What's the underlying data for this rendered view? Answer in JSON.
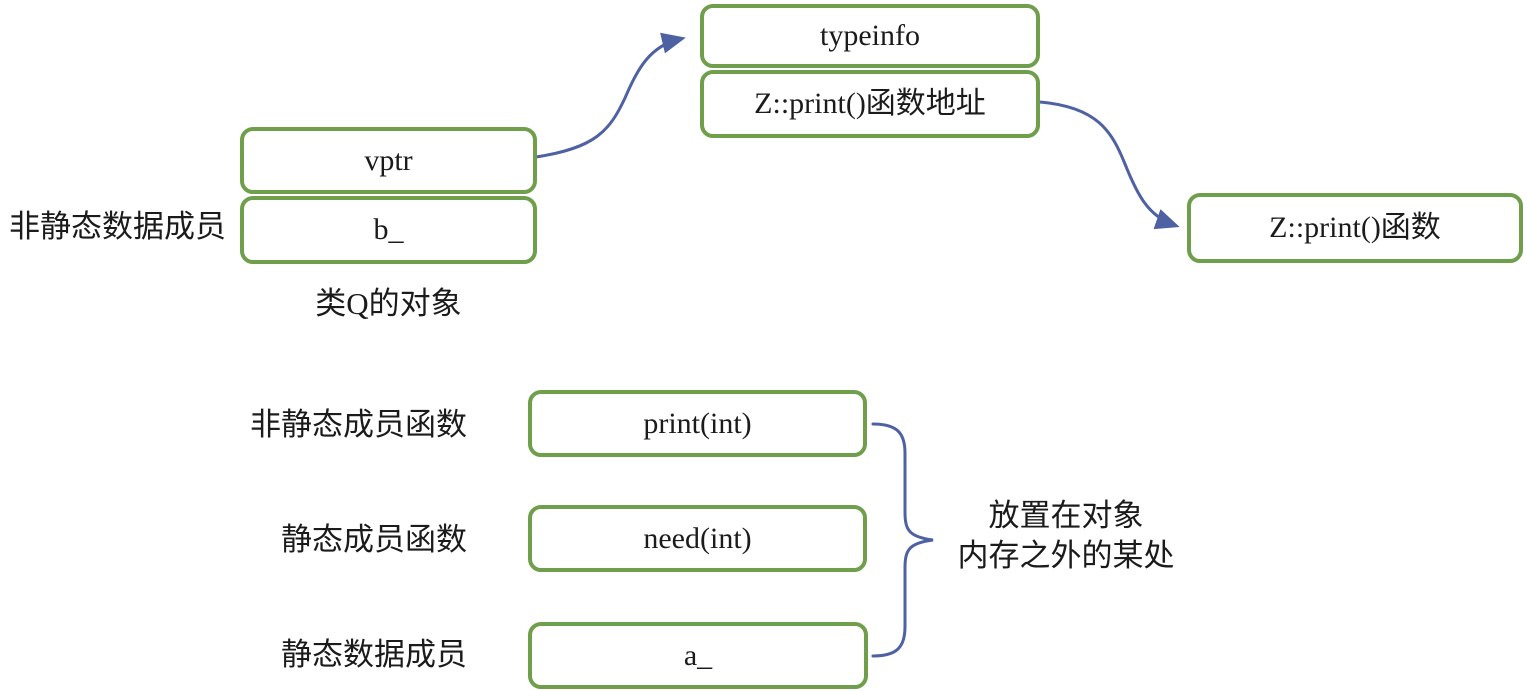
{
  "object_group": {
    "side_label": "非静态数据成员",
    "cells": [
      "vptr",
      "b_"
    ],
    "caption": "类Q的对象"
  },
  "vtable_group": {
    "cells": [
      "typeinfo",
      "Z::print()函数地址"
    ]
  },
  "function_box": "Z::print()函数",
  "outside_group": {
    "rows": [
      {
        "label": "非静态成员函数",
        "cell": "print(int)"
      },
      {
        "label": "静态成员函数",
        "cell": "need(int)"
      },
      {
        "label": "静态数据成员",
        "cell": "a_"
      }
    ],
    "note": {
      "line1": "放置在对象",
      "line2": "内存之外的某处"
    }
  },
  "colors": {
    "box_border": "#6f9f4b",
    "connector": "#4e61a3",
    "text": "#1b1b1b"
  }
}
